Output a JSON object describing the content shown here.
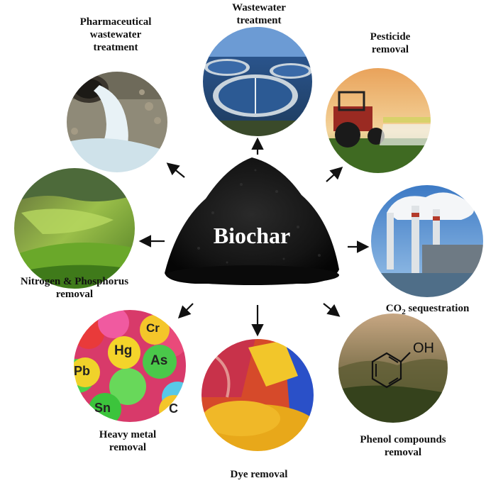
{
  "center": {
    "label": "Biochar"
  },
  "applications": [
    {
      "id": "pharmaceutical",
      "label": "Pharmaceutical\nwastewater\ntreatment",
      "icon": "water-outflow-pipe"
    },
    {
      "id": "wastewater",
      "label": "Wastewater\ntreatment",
      "icon": "treatment-plant-tanks"
    },
    {
      "id": "pesticide",
      "label": "Pesticide\nremoval",
      "icon": "tractor-sprayer"
    },
    {
      "id": "co2",
      "label": "CO",
      "sub": "2",
      "label_tail": " sequestration",
      "icon": "factory-smokestacks"
    },
    {
      "id": "phenol",
      "label": "Phenol  compounds\nremoval",
      "icon": "phenol-molecule",
      "molecule_text": "OH"
    },
    {
      "id": "dye",
      "label": "Dye removal",
      "icon": "dye-powder"
    },
    {
      "id": "heavy-metal",
      "label": "Heavy metal\nremoval",
      "icon": "metal-candies",
      "elements": [
        "Cr",
        "Hg",
        "As",
        "Pb",
        "Sn",
        "C"
      ]
    },
    {
      "id": "nitrogen",
      "label": "Nitrogen & Phosphorus\nremoval",
      "icon": "algae-pond"
    }
  ]
}
